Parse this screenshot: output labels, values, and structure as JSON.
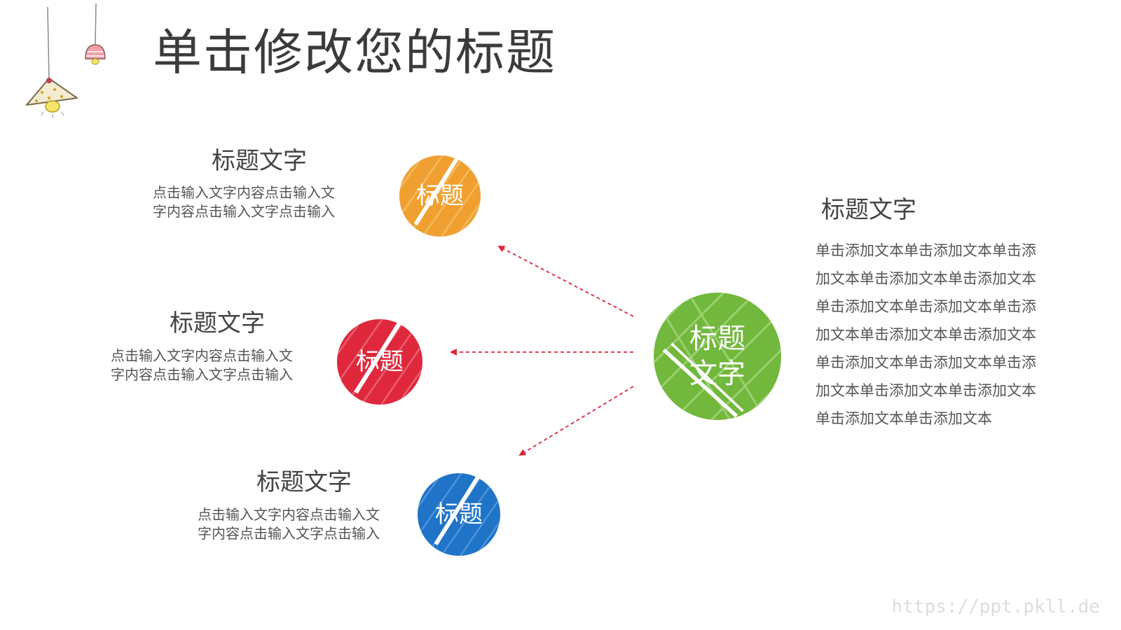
{
  "slide": {
    "title": "单击修改您的标题",
    "watermark": "https://ppt.pkll.de"
  },
  "left_items": [
    {
      "title": "标题文字",
      "desc_line1": "点击输入文字内容点击输入文",
      "desc_line2": "字内容点击输入文字点击输入",
      "circle_label": "标题",
      "color": "#f0a030"
    },
    {
      "title": "标题文字",
      "desc_line1": "点击输入文字内容点击输入文",
      "desc_line2": "字内容点击输入文字点击输入",
      "circle_label": "标题",
      "color": "#e0283c"
    },
    {
      "title": "标题文字",
      "desc_line1": "点击输入文字内容点击输入文",
      "desc_line2": "字内容点击输入文字点击输入",
      "circle_label": "标题",
      "color": "#1f74c8"
    }
  ],
  "center": {
    "label": "标题文字",
    "color": "#72b83c"
  },
  "right_panel": {
    "title": "标题文字",
    "body": "单击添加文本单击添加文本单击添加文本单击添加文本单击添加文本单击添加文本单击添加文本单击添加文本单击添加文本单击添加文本单击添加文本单击添加文本单击添加文本单击添加文本单击添加文本单击添加文本单击添加文本"
  },
  "colors": {
    "arrow": "#d8283c",
    "lamp_shade": "#f4ecd0",
    "lamp_small": "#f2a0a8",
    "bulb": "#f6e36a"
  },
  "icons": {
    "lamp_large": "hanging-lamp-icon",
    "lamp_small": "small-hanging-lamp-icon"
  }
}
